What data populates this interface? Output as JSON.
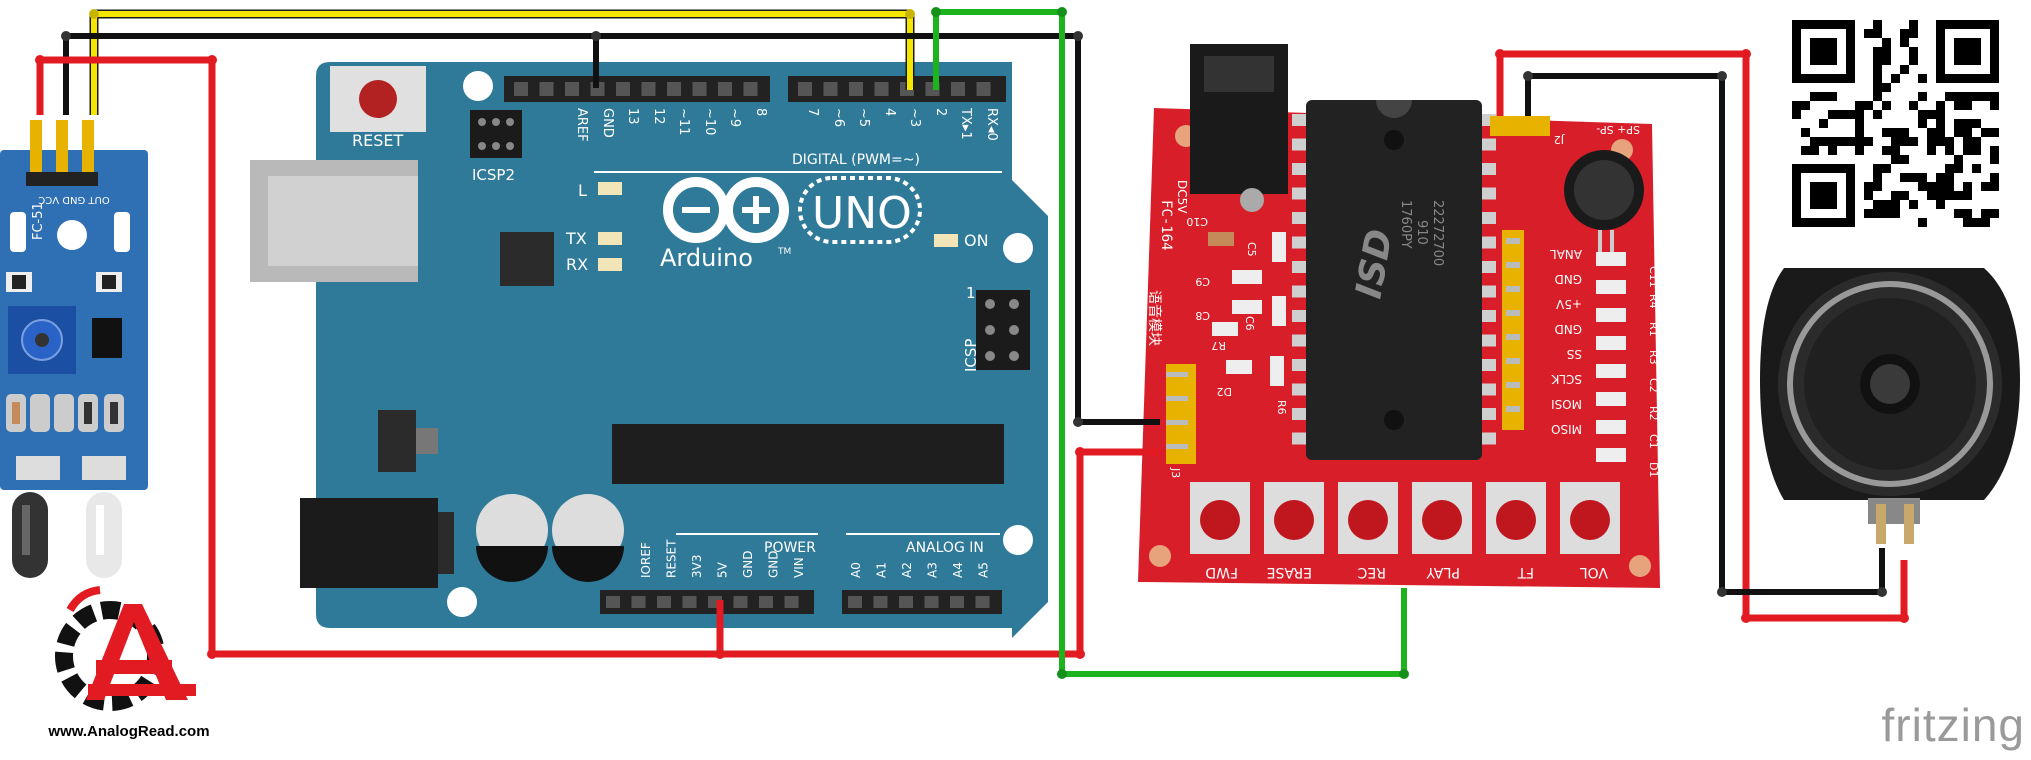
{
  "arduino": {
    "reset": "RESET",
    "icsp2": "ICSP2",
    "icsp": "ICSP",
    "pin1": "1",
    "brand": "Arduino",
    "tm": "TM",
    "uno": "UNO",
    "led_l": "L",
    "led_tx": "TX",
    "led_rx": "RX",
    "led_on": "ON",
    "digital": "DIGITAL (PWM=~)",
    "power": "POWER",
    "analog_in": "ANALOG IN",
    "top_pins": [
      "AREF",
      "GND",
      "13",
      "12",
      "~11",
      "~10",
      "~9",
      "8",
      "7",
      "~6",
      "~5",
      "4",
      "~3",
      "2",
      "TX▸1",
      "RX◂0"
    ],
    "power_pins": [
      "IOREF",
      "RESET",
      "3V3",
      "5V",
      "GND",
      "GND",
      "VIN"
    ],
    "analog_pins": [
      "A0",
      "A1",
      "A2",
      "A3",
      "A4",
      "A5"
    ]
  },
  "sensor": {
    "pins": "OUT GND VCC",
    "model": "FC-51"
  },
  "voice": {
    "model": "FC-164",
    "chinese": "语音模块",
    "dc": "DC5V",
    "chip": "ISD",
    "chip_code": "1760PY",
    "chip_lot": "910",
    "chip_num": "22272700",
    "c10": "C10",
    "j2": "J2",
    "sp": "SP+ SP-",
    "j3": "J3",
    "d2": "D2",
    "r6": "R6",
    "r7": "R7",
    "left_caps": [
      "C5",
      "C9",
      "C6",
      "C8"
    ],
    "right_labels": [
      "ANAL",
      "GND",
      "+5V",
      "GND",
      "SS",
      "SCLK",
      "MOSI",
      "MISO"
    ],
    "right_parts": [
      "C11",
      "R4",
      "R1",
      "R3",
      "C2",
      "R2",
      "C1",
      "D1"
    ],
    "buttons": [
      "FWD",
      "ERASE",
      "REC",
      "PLAY",
      "FT",
      "VOL"
    ]
  },
  "logo": {
    "site": "www.AnalogRead.com"
  },
  "watermark": "fritzing"
}
